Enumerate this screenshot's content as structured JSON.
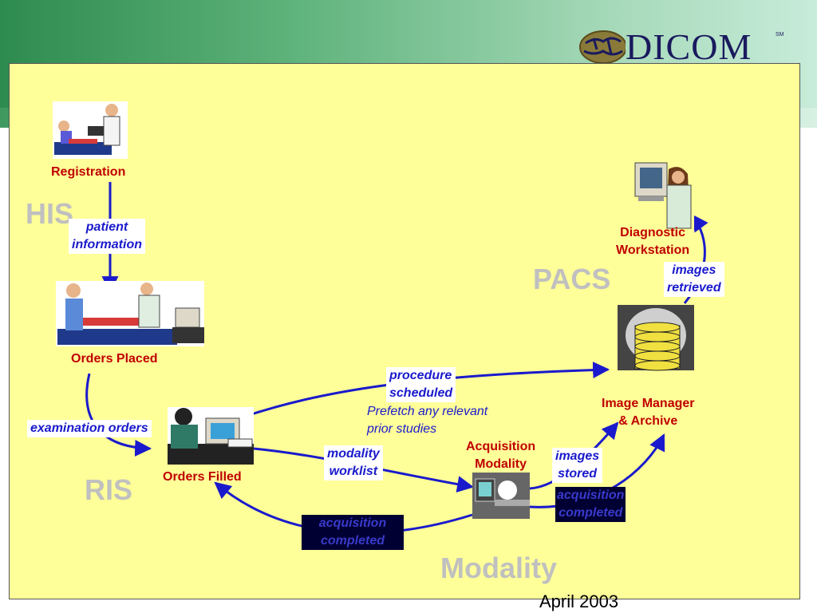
{
  "logo": {
    "text": "DICOM",
    "sm": "SM"
  },
  "systems": {
    "his": "HIS",
    "pacs": "PACS",
    "ris": "RIS",
    "modality": "Modality"
  },
  "nodes": {
    "registration": "Registration",
    "orders_placed": "Orders Placed",
    "orders_filled": "Orders Filled",
    "diagnostic_workstation": [
      "Diagnostic",
      "Workstation"
    ],
    "image_manager": [
      "Image Manager",
      "& Archive"
    ],
    "acquisition_modality": [
      "Acquisition",
      "Modality"
    ]
  },
  "messages": {
    "patient_information": [
      "patient",
      "information"
    ],
    "examination_orders": "examination orders",
    "procedure_scheduled": [
      "procedure",
      "scheduled"
    ],
    "prefetch": [
      "Prefetch any relevant",
      "prior studies"
    ],
    "modality_worklist": [
      "modality",
      "worklist"
    ],
    "images_stored": [
      "images",
      "stored"
    ],
    "images_retrieved": [
      "images",
      "retrieved"
    ],
    "acquisition_completed_right": [
      "acquisition",
      "completed"
    ],
    "acquisition_completed_left": [
      "acquisition",
      "completed"
    ]
  },
  "footer": "April 2003",
  "colors": {
    "arrow": "#1a1acc",
    "node_label": "#c00000",
    "system_label": "#c0c0c0",
    "panel": "#ffff99"
  }
}
